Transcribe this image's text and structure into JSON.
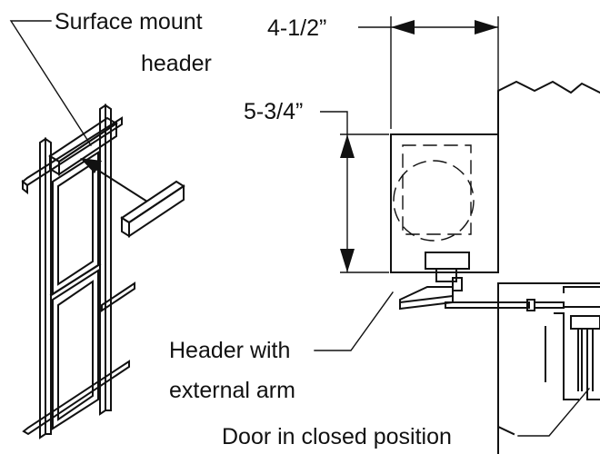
{
  "labels": {
    "surface_mount_line1": "Surface mount",
    "surface_mount_line2": "header",
    "width_dim": "4-1/2”",
    "height_dim": "5-3/4”",
    "header_arm_line1": "Header with",
    "header_arm_line2": "external arm",
    "door_closed": "Door in closed position"
  },
  "colors": {
    "ink": "#111111",
    "background": "#ffffff"
  }
}
